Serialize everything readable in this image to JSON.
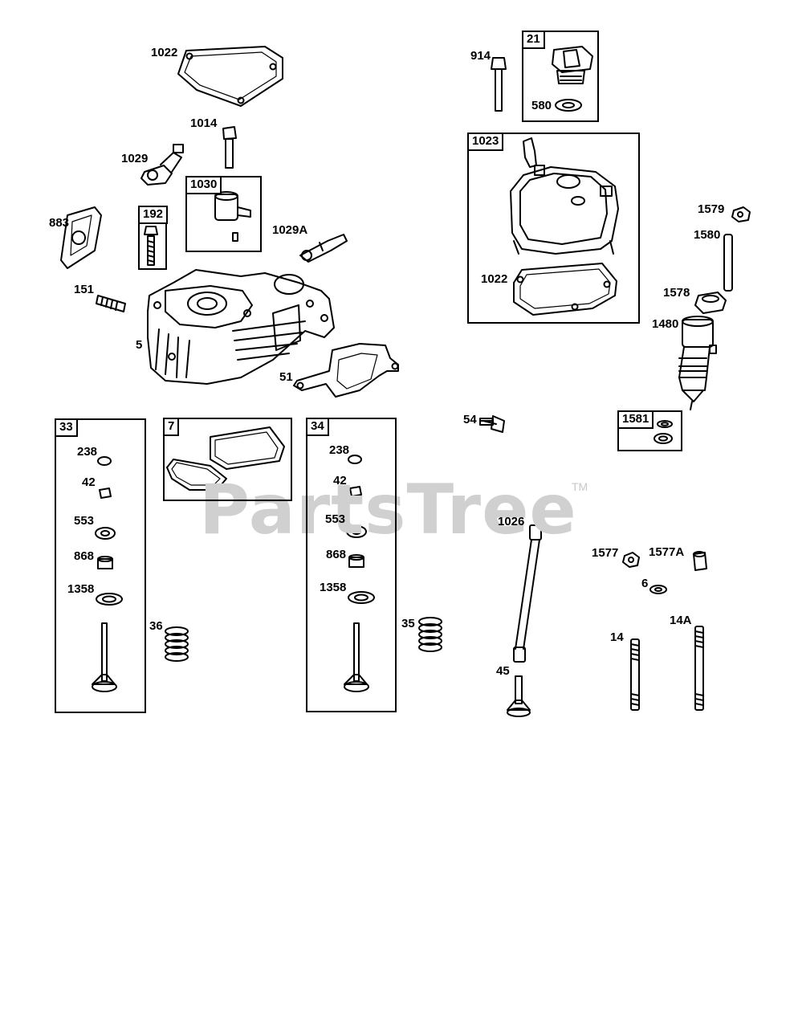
{
  "watermark": {
    "text": "PartsTree",
    "tm": "TM"
  },
  "boxes": {
    "b21": "21",
    "b1023": "1023",
    "b192": "192",
    "b1030": "1030",
    "b33": "33",
    "b7": "7",
    "b34": "34",
    "b1581": "1581"
  },
  "labels": {
    "l1022a": "1022",
    "l914": "914",
    "l580": "580",
    "l1014": "1014",
    "l1029": "1029",
    "l883": "883",
    "l1029A": "1029A",
    "l151": "151",
    "l5": "5",
    "l51": "51",
    "l1022b": "1022",
    "l1579": "1579",
    "l1580": "1580",
    "l1578": "1578",
    "l1480": "1480",
    "l54": "54",
    "l238a": "238",
    "l42a": "42",
    "l553a": "553",
    "l868a": "868",
    "l1358a": "1358",
    "l36": "36",
    "l238b": "238",
    "l42b": "42",
    "l553b": "553",
    "l868b": "868",
    "l1358b": "1358",
    "l35": "35",
    "l1026": "1026",
    "l45": "45",
    "l1577": "1577",
    "l1577A": "1577A",
    "l6": "6",
    "l14": "14",
    "l14A": "14A"
  }
}
